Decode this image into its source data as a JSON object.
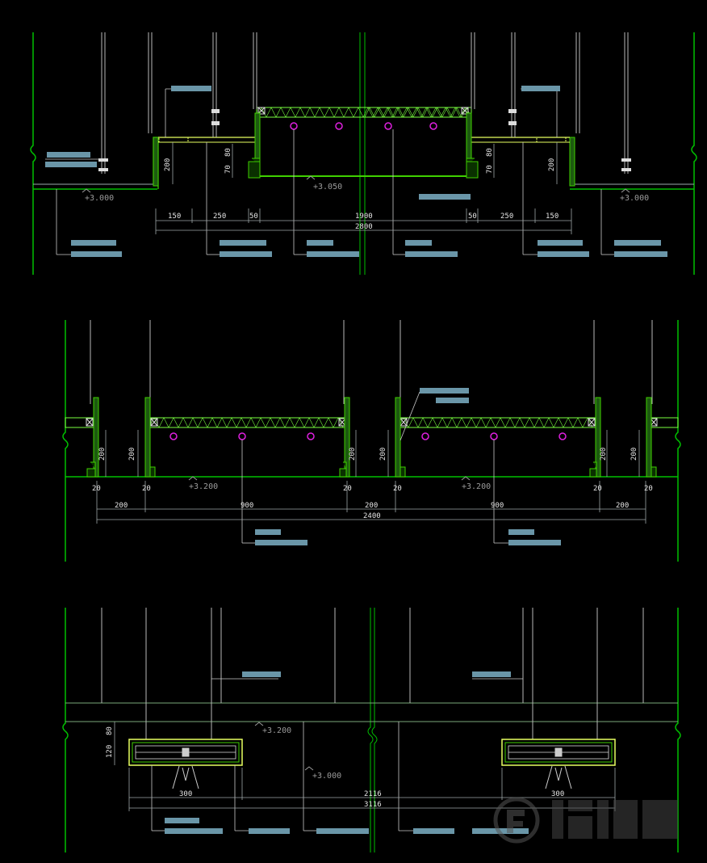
{
  "colors": {
    "background": "#000000",
    "wall": "#00c000",
    "profile": "#3fd000",
    "dim_line": "#9ea7a8",
    "leader": "#c8c8c8",
    "tag": "#6a96a8",
    "sprinkler": "#e020e0",
    "hanger": "#b8b8b8",
    "joist": "#7aff40",
    "level_text": "#9a9a9a",
    "dim_text": "#e6e6e6"
  },
  "section1": {
    "levels": {
      "left": "+3.000",
      "center": "+3.050",
      "right": "+3.000"
    },
    "dims": {
      "left_150": "150",
      "left_250": "250",
      "left_50": "50",
      "center_1900": "1900",
      "right_50": "50",
      "right_250": "250",
      "right_150": "150",
      "total": "2800",
      "left_80": "80",
      "left_70": "70",
      "left_200": "200",
      "right_80": "80",
      "right_70": "70",
      "right_200": "200"
    }
  },
  "section2": {
    "levels": {
      "left": "+3.200",
      "right": "+3.200"
    },
    "dims": {
      "h200_a": "200",
      "h200_b": "200",
      "h200_c": "200",
      "h200_d": "200",
      "h200_e": "200",
      "h200_f": "200",
      "w20_a": "20",
      "w20_b": "20",
      "w20_c": "20",
      "w20_d": "20",
      "w20_e": "20",
      "w20_f": "20",
      "span_200_a": "200",
      "span_900_a": "900",
      "span_200_b": "200",
      "span_900_b": "900",
      "span_200_c": "200",
      "total": "2400"
    }
  },
  "section3": {
    "levels": {
      "upper": "+3.200",
      "lower": "+3.000"
    },
    "dims": {
      "h80": "80",
      "h120": "120",
      "w300_a": "300",
      "w300_b": "300",
      "total_a": "2116",
      "total_b": "3116"
    }
  },
  "watermark": {
    "icon": "brand-logo-icon"
  }
}
